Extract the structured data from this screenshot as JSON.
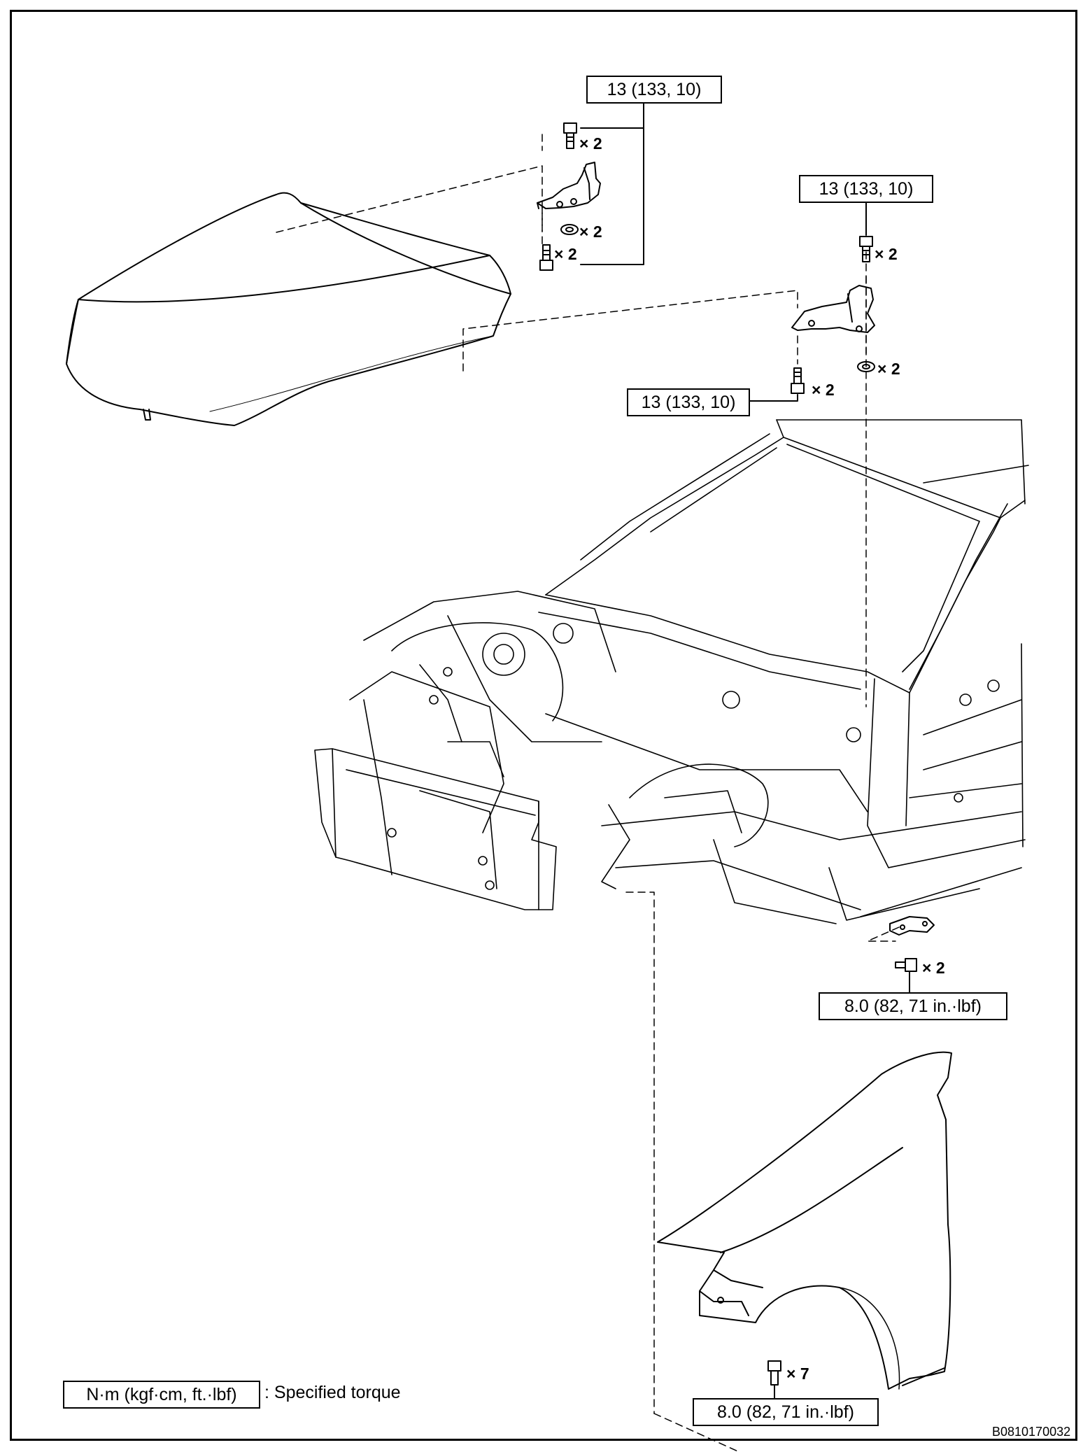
{
  "labels": {
    "torque_hood_hinge_top": "13 (133, 10)",
    "torque_hinge_right_top": "13 (133, 10)",
    "torque_hinge_right_bottom": "13 (133, 10)",
    "torque_fender_rear": "8.0 (82, 71 in.·lbf)",
    "torque_fender_front": "8.0 (82, 71 in.·lbf)"
  },
  "quantities": {
    "q1": "× 2",
    "q2": "× 2",
    "q3": "× 2",
    "q4": "× 2",
    "q5": "× 2",
    "q6": "× 2",
    "q7": "× 2",
    "q8": "× 7"
  },
  "legend": {
    "unit_box": "N·m (kgf·cm, ft.·lbf)",
    "description": ": Specified torque"
  },
  "figure_code": "B0810170032"
}
